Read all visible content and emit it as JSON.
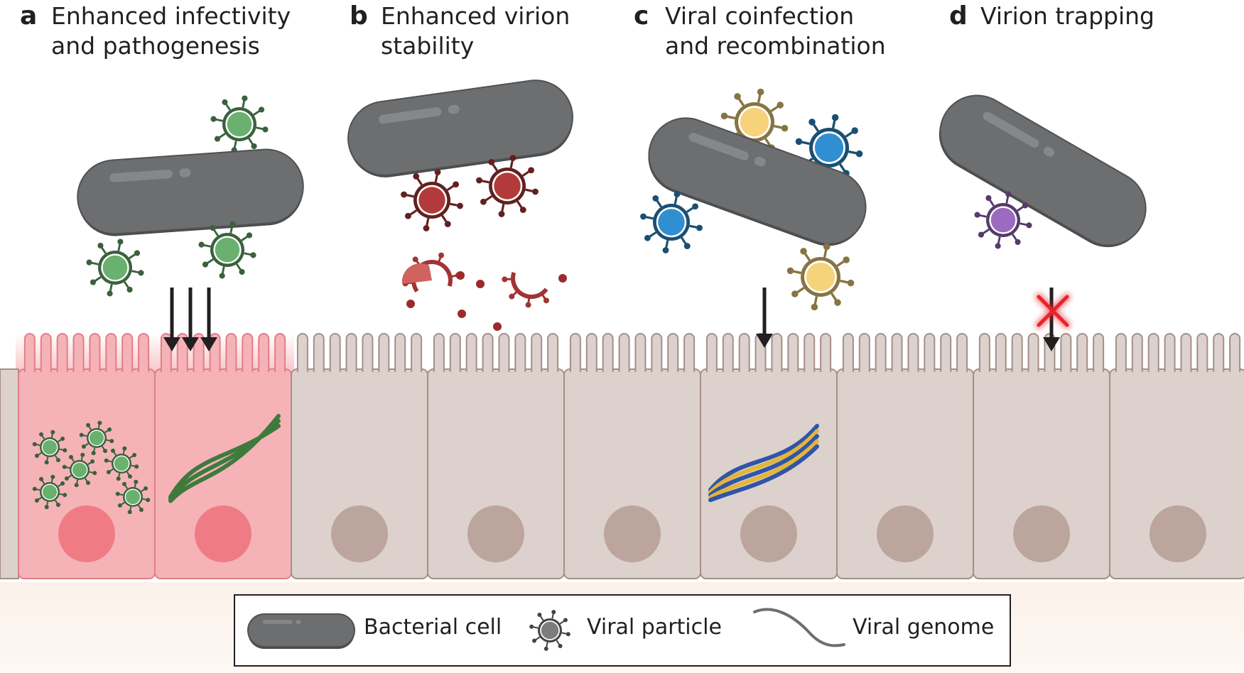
{
  "panels": [
    {
      "letter": "a",
      "line1": "Enhanced infectivity",
      "line2": "and pathogenesis"
    },
    {
      "letter": "b",
      "line1": "Enhanced virion",
      "line2": "stability"
    },
    {
      "letter": "c",
      "line1": "Viral coinfection",
      "line2": "and recombination"
    },
    {
      "letter": "d",
      "line1": "Virion trapping",
      "line2": ""
    }
  ],
  "legend": {
    "bacterial_cell": "Bacterial cell",
    "viral_particle": "Viral particle",
    "viral_genome": "Viral genome"
  },
  "colors": {
    "bacteria": "#6d6e70",
    "virus_green": "#6ab06f",
    "virus_red": "#b23a3a",
    "virus_yellow": "#f6d27a",
    "virus_blue": "#2f8fd0",
    "virus_purple": "#9b6bbf",
    "cell_fill": "#ddd1cd",
    "cell_infected": "#f5b3b7",
    "nucleus": "#bba59c",
    "nucleus_infected": "#ef7c84",
    "trap_cross": "#e8232a"
  },
  "icons": [
    "bacterial-cell-icon",
    "viral-particle-icon",
    "viral-genome-icon",
    "arrow-down-icon",
    "blocked-cross-icon"
  ]
}
